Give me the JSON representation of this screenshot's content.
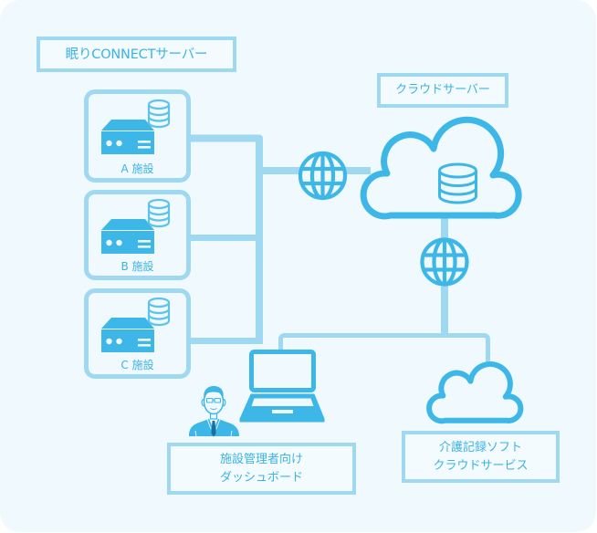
{
  "colors": {
    "background": "#f0f9fd",
    "line": "#9fd8f1",
    "accent": "#3db7e7",
    "text": "#3cb3e3"
  },
  "labels": {
    "connect_server": "眠りCONNECTサーバー",
    "cloud_server": "クラウドサーバー",
    "dashboard": {
      "line1": "施設管理者向け",
      "line2": "ダッシュボード"
    },
    "care_record_cloud": {
      "line1": "介護記録ソフト",
      "line2": "クラウドサービス"
    }
  },
  "facilities": [
    {
      "label": "A 施設"
    },
    {
      "label": "B 施設"
    },
    {
      "label": "C 施設"
    }
  ],
  "icons": {
    "server": "server-icon",
    "database": "database-icon",
    "globe": "globe-icon",
    "cloud": "cloud-icon",
    "laptop": "laptop-icon",
    "person": "person-icon"
  }
}
